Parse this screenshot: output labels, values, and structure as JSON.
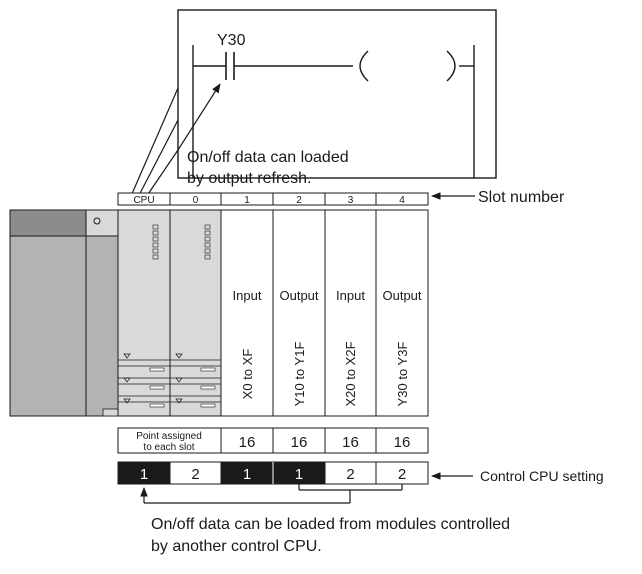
{
  "ladder": {
    "contact_label": "Y30"
  },
  "callouts": {
    "output_refresh": [
      "On/off data can loaded",
      "by output refresh."
    ],
    "other_cpu": [
      "On/off data can be loaded from modules controlled",
      "by another control CPU."
    ]
  },
  "slot_header": {
    "cells": [
      "CPU",
      "0",
      "1",
      "2",
      "3",
      "4"
    ],
    "label": "Slot number"
  },
  "io_modules": [
    {
      "type": "Input",
      "range": "X0 to XF"
    },
    {
      "type": "Output",
      "range": "Y10 to Y1F"
    },
    {
      "type": "Input",
      "range": "X20 to X2F"
    },
    {
      "type": "Output",
      "range": "Y30 to Y3F"
    }
  ],
  "points": {
    "label": [
      "Point assigned",
      "to each slot"
    ],
    "values": [
      "16",
      "16",
      "16",
      "16"
    ]
  },
  "control_cpu": {
    "values": [
      "1",
      "2",
      "1",
      "1",
      "2",
      "2"
    ],
    "highlighted": [
      true,
      false,
      true,
      true,
      false,
      false
    ],
    "label": "Control CPU setting"
  },
  "colors": {
    "line": "#1a1a1a",
    "module_fill": "#d9d9d9",
    "power_fill": "#b3b3b3",
    "power_top": "#8c8c8c",
    "highlight_fill": "#1a1a1a"
  }
}
